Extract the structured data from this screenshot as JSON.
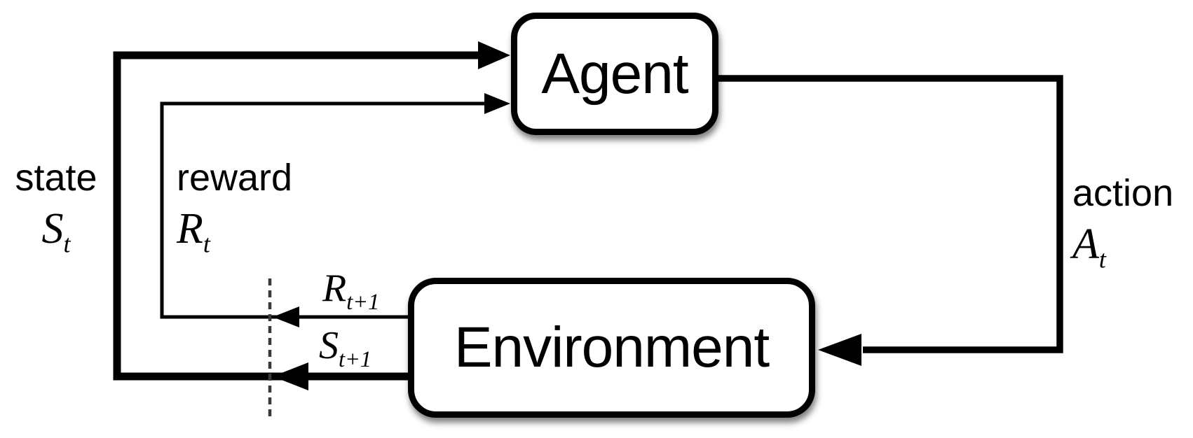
{
  "diagram": {
    "nodes": {
      "agent": {
        "label": "Agent"
      },
      "environment": {
        "label": "Environment"
      }
    },
    "labels": {
      "state": {
        "word": "state",
        "symbol": "S",
        "subscript": "t"
      },
      "reward": {
        "word": "reward",
        "symbol": "R",
        "subscript": "t"
      },
      "action": {
        "word": "action",
        "symbol": "A",
        "subscript": "t"
      },
      "next_reward": {
        "symbol": "R",
        "subscript": "t+1"
      },
      "next_state": {
        "symbol": "S",
        "subscript": "t+1"
      }
    },
    "colors": {
      "line": "#000000",
      "background": "#ffffff",
      "box_fill": "#ffffff",
      "dashed_boundary": "#3a3a3a"
    }
  }
}
